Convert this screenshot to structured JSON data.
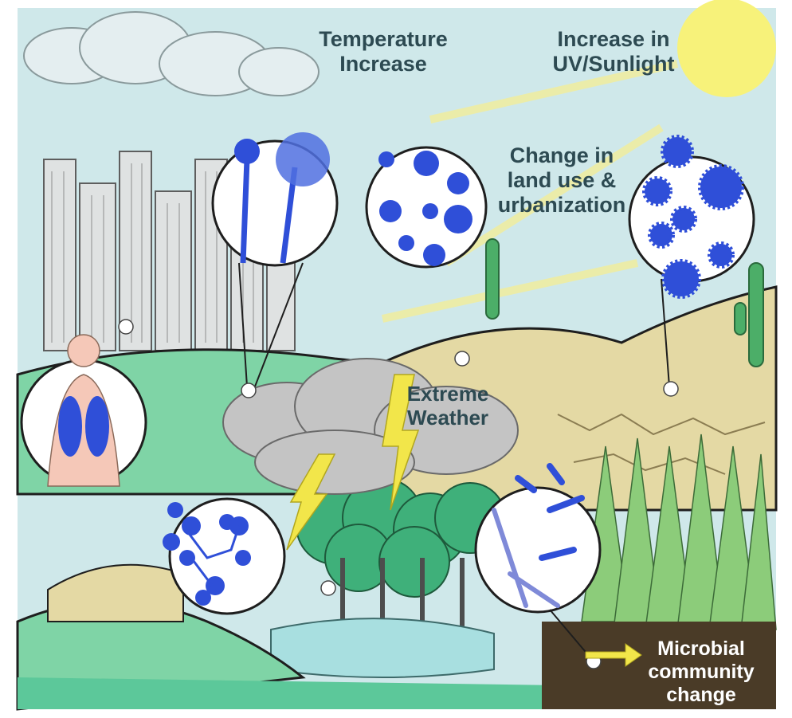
{
  "labels": {
    "temperature": [
      "Temperature",
      "Increase"
    ],
    "uv": [
      "Increase in",
      "UV/Sunlight"
    ],
    "land_use": [
      "Change in",
      "land use &",
      "urbanization"
    ],
    "weather": [
      "Extreme",
      "Weather"
    ],
    "microbial": [
      "Microbial",
      "community change"
    ]
  },
  "colors": {
    "sky": "#cfe8ea",
    "sun": "#f7f27a",
    "microbe": "#2f4fd8",
    "grass": "#5cc89a",
    "sand": "#e4d9a4",
    "soil": "#4a3b27",
    "cloud": "#c4c4c4"
  }
}
